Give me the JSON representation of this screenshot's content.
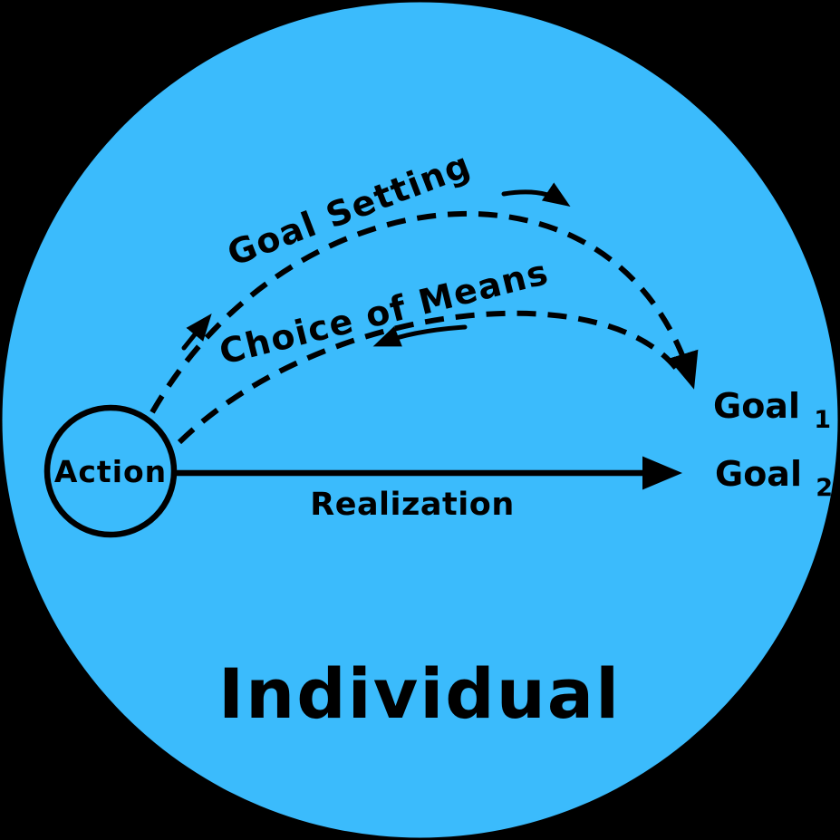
{
  "diagram": {
    "caption": "Individual",
    "background_color": "#000000",
    "circle_color": "#3bbbfc",
    "line_color": "#000000",
    "action_node": {
      "label": "Action"
    },
    "arcs": {
      "goal_setting_label": "Goal Setting",
      "choice_of_means_label": "Choice of Means",
      "realization_label": "Realization"
    },
    "goals": [
      {
        "base": "Goal",
        "subscript": "1"
      },
      {
        "base": "Goal",
        "subscript": "2"
      }
    ]
  }
}
